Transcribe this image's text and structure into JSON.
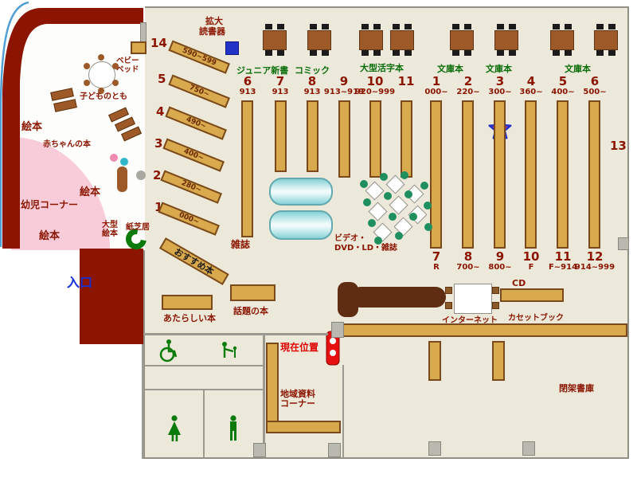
{
  "labels": {
    "entrance": "入口",
    "current_location": "現在位置",
    "closed_stacks": "閉架書庫",
    "local_materials": "地域資料コーナー",
    "internet": "インターネット",
    "cd": "CD",
    "cassette_books": "カセットブック",
    "new_books": "あたらしい本",
    "topic_books": "話題の本",
    "recommended": "おすすめ本",
    "magazines": "雑誌",
    "video_line1": "ビデオ・",
    "video_line2": "DVD・LD・雑誌",
    "magnifier_line1": "拡大",
    "magnifier_line2": "読書器",
    "kids_corner": "幼児コーナー",
    "baby_books": "赤ちゃんの本",
    "picture_books": "絵本",
    "children_label": "子どものとも",
    "baby_bed": "ベビーベッド",
    "large_picture_books": "大型絵本",
    "kamishibai": "紙芝居",
    "shelf_13": "13"
  },
  "genres": {
    "junior_shinsho": "ジュニア新書",
    "comic": "コミック",
    "large_print": "大型活字本",
    "bunko": "文庫本"
  },
  "diagonal_shelves": [
    {
      "num": "14",
      "range": "590~599"
    },
    {
      "num": "5",
      "range": "750~"
    },
    {
      "num": "4",
      "range": "490~"
    },
    {
      "num": "3",
      "range": "400~"
    },
    {
      "num": "2",
      "range": "280~"
    },
    {
      "num": "1",
      "range": "000~"
    }
  ],
  "center_columns": [
    {
      "num": "6",
      "range": "913"
    },
    {
      "num": "7",
      "range": "913"
    },
    {
      "num": "8",
      "range": "913"
    },
    {
      "num": "9",
      "range": "913~919"
    },
    {
      "num": "10",
      "range": "920~999"
    },
    {
      "num": "11",
      "range": ""
    }
  ],
  "right_columns_top": [
    {
      "num": "1",
      "range": "000~"
    },
    {
      "num": "2",
      "range": "220~"
    },
    {
      "num": "3",
      "range": "300~"
    },
    {
      "num": "4",
      "range": "360~"
    },
    {
      "num": "5",
      "range": "400~"
    },
    {
      "num": "6",
      "range": "500~"
    }
  ],
  "right_columns_bottom": [
    {
      "num": "7",
      "range": "R"
    },
    {
      "num": "8",
      "range": "700~"
    },
    {
      "num": "9",
      "range": "800~"
    },
    {
      "num": "10",
      "range": "F"
    },
    {
      "num": "11",
      "range": "F~914"
    },
    {
      "num": "12",
      "range": "914~999"
    }
  ],
  "colors": {
    "wall_red": "#8b1500",
    "floor_beige": "#ece8da",
    "shelf_tan": "#d9a94e",
    "kids_pink": "#f8ccd8",
    "label_maroon": "#8b1500",
    "label_green": "#0a6e0a",
    "entrance_blue": "#1430d8",
    "marker_red": "#e61010",
    "star_blue": "#2030c8",
    "star_pink": "#d23a6a",
    "counter_brown": "#5e2d12",
    "table_cyan": "#86d2d8"
  }
}
